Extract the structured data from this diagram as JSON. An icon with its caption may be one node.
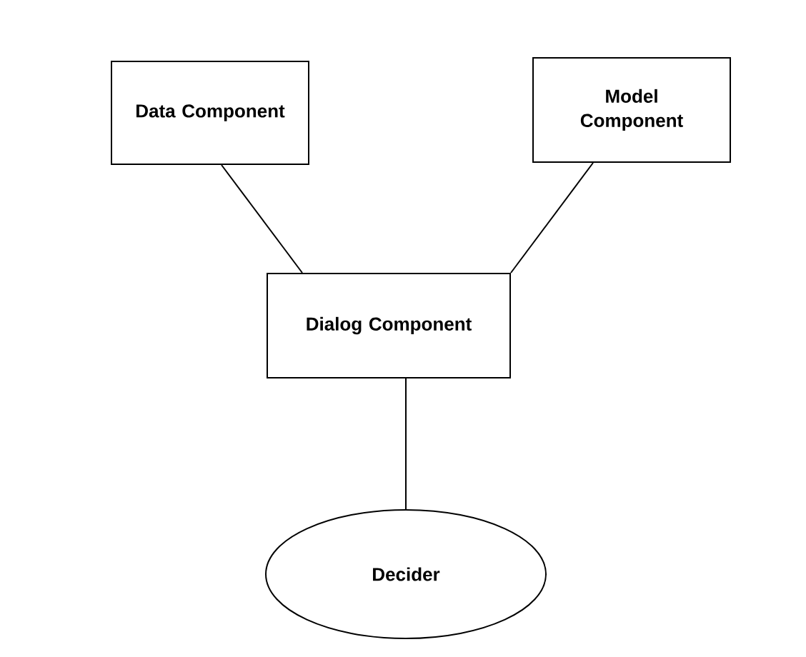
{
  "diagram": {
    "nodes": [
      {
        "text": [
          "Data Component"
        ]
      },
      {
        "text": [
          "Model Component"
        ]
      },
      {
        "text": [
          "Dialog Component"
        ]
      },
      {
        "text": [
          "Decider"
        ]
      }
    ],
    "edges": [
      {
        "from": 0,
        "to": 2,
        "arrow": "none"
      },
      {
        "from": 1,
        "to": 2,
        "arrow": "none"
      },
      {
        "from": 2,
        "to": 3,
        "arrow": "none"
      }
    ]
  }
}
